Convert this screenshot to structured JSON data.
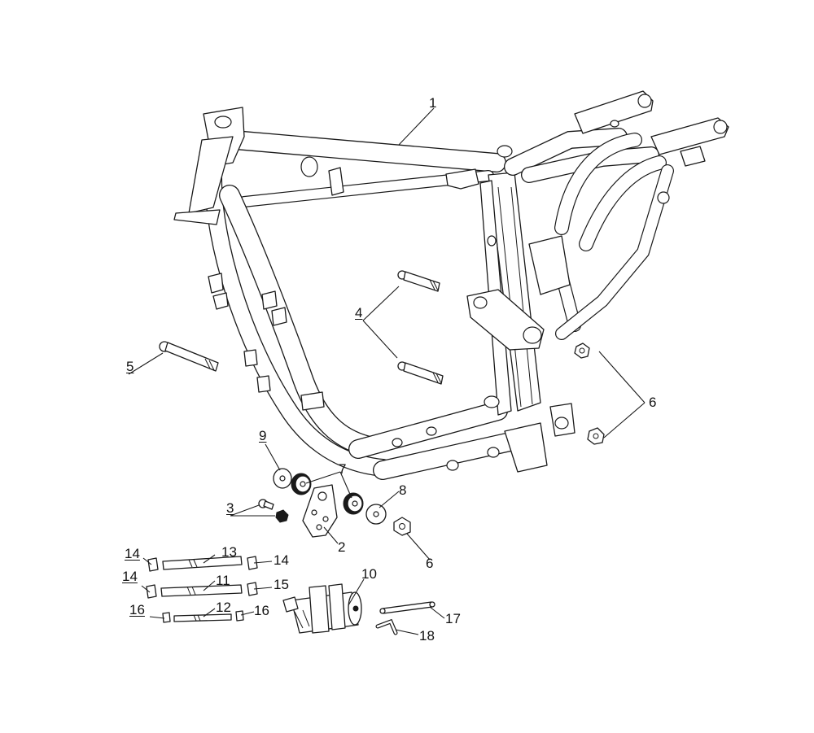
{
  "callouts": [
    {
      "id": "c1",
      "text": "1",
      "underline": false
    },
    {
      "id": "c2",
      "text": "2",
      "underline": false
    },
    {
      "id": "c3",
      "text": "3",
      "underline": true
    },
    {
      "id": "c4",
      "text": "4",
      "underline": true
    },
    {
      "id": "c5",
      "text": "5",
      "underline": true
    },
    {
      "id": "c6a",
      "text": "6",
      "underline": false
    },
    {
      "id": "c6b",
      "text": "6",
      "underline": false
    },
    {
      "id": "c7",
      "text": "7",
      "underline": false
    },
    {
      "id": "c8",
      "text": "8",
      "underline": false
    },
    {
      "id": "c9",
      "text": "9",
      "underline": true
    },
    {
      "id": "c10",
      "text": "10",
      "underline": false
    },
    {
      "id": "c11",
      "text": "11",
      "underline": false
    },
    {
      "id": "c12",
      "text": "12",
      "underline": false
    },
    {
      "id": "c13",
      "text": "13",
      "underline": false
    },
    {
      "id": "c14a",
      "text": "14",
      "underline": true
    },
    {
      "id": "c14b",
      "text": "14",
      "underline": false
    },
    {
      "id": "c14c",
      "text": "14",
      "underline": true
    },
    {
      "id": "c15",
      "text": "15",
      "underline": false
    },
    {
      "id": "c16a",
      "text": "16",
      "underline": true
    },
    {
      "id": "c16b",
      "text": "16",
      "underline": false
    },
    {
      "id": "c17",
      "text": "17",
      "underline": false
    },
    {
      "id": "c18",
      "text": "18",
      "underline": false
    }
  ]
}
